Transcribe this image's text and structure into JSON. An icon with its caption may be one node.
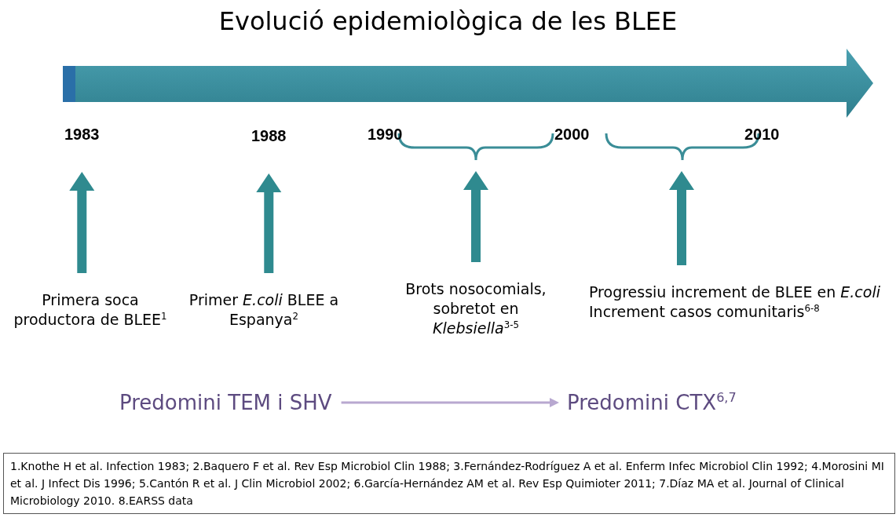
{
  "diagram": {
    "title": "Evolució epidemiològica de les BLEE",
    "nodes": [
      {
        "text": [
          "1983"
        ]
      },
      {
        "text": [
          "1988"
        ]
      },
      {
        "text": [
          "1990"
        ]
      },
      {
        "text": [
          "2000"
        ]
      },
      {
        "text": [
          "2010"
        ]
      },
      {
        "text": [
          "Primera soca productora de BLEE$^{1}$"
        ]
      },
      {
        "text": [
          "Primer *E.coli* BLEE a Espanya$^{2}$"
        ]
      },
      {
        "text": [
          "Brots nosocomials, sobretot en *Klebsiella*$^{3-5}$"
        ]
      },
      {
        "text": [
          "Progressiu increment de BLEE en *E.coli*",
          "Increment casos comunitaris$^{6-8}$"
        ]
      },
      {
        "text": [
          "Predomini TEM i SHV"
        ]
      },
      {
        "text": [
          "Predomini CTX$^{6,7}$"
        ]
      }
    ],
    "edges": [
      {
        "from": 5,
        "to": 0,
        "arrow": "to",
        "style": "thick"
      },
      {
        "from": 6,
        "to": 1,
        "arrow": "to",
        "style": "thick"
      },
      {
        "from": 7,
        "to": null,
        "arrow": "to",
        "style": "thick"
      },
      {
        "from": 8,
        "to": null,
        "arrow": "to",
        "style": "thick"
      },
      {
        "from": 9,
        "to": 10,
        "arrow": "to",
        "color": "#b8a8d0"
      }
    ],
    "labels": [
      "1.Knothe H et al. Infection 1983; 2.Baquero F et al. Rev Esp Microbiol Clin 1988; 3.Fernández-Rodríguez A et al. Enferm Infec Microbiol Clin 1992; 4.Morosini MI et al. J Infect Dis 1996; 5.Cantón R et al.  J Clin Microbiol 2002; 6.García-Hernández AM et al. Rev Esp Quimioter 2011; 7.Díaz MA et al. Journal of Clinical Microbiology 2010. 8.EARSS data"
    ]
  }
}
